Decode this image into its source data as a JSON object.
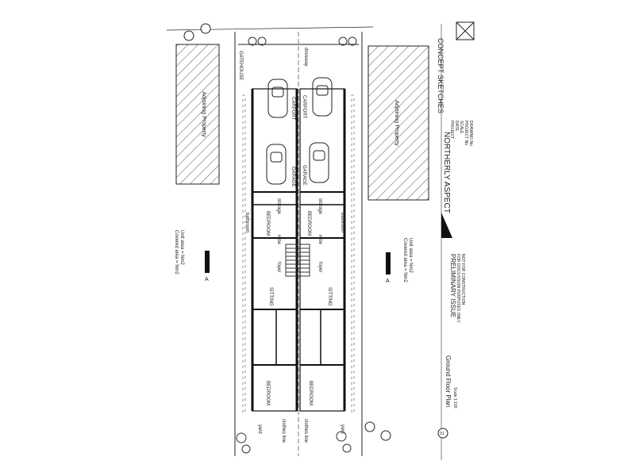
{
  "title_block": {
    "drawing_title": "Ground Floor Plan",
    "drawing_number": "01",
    "scale_text": "Scale 1:100",
    "heading": "CONCEPT SKETCHES",
    "firm": "NORTHERLY ASPECT",
    "issue_title": "PRELIMINARY ISSUE",
    "issue_sub_1": "FOR DISCUSSION PURPOSES ONLY",
    "issue_sub_2": "NOT FOR CONSTRUCTION",
    "field_project": "PROJECT",
    "field_date": "DATE",
    "field_scale": "SCALE",
    "field_project_no": "PROJECT No.",
    "field_drawing_no": "DRAWING No."
  },
  "site": {
    "adjoining_left": "Adjoining Property",
    "adjoining_right": "Adjoining Property",
    "street_left": "driveway",
    "gatehouse": "GATEHOUSE"
  },
  "unit_left": {
    "carport": "CARPORT",
    "garage": "GARAGE",
    "storage": "storage",
    "bedroom_front": "BEDROOM",
    "bathroom": "bathroom",
    "robe": "robe",
    "foyer": "foyer",
    "sitting": "SITTING",
    "bedroom_rear": "BEDROOM",
    "yard": "yard",
    "clothes_line": "clothes line",
    "area_note": "Unit area = Nm2\nCovered area = Nm2",
    "section_marker": "A"
  },
  "unit_right": {
    "carport": "CARPORT",
    "garage": "GARAGE",
    "storage": "storage",
    "bedroom_front": "BEDROOM",
    "bathroom": "bathroom",
    "robe": "robe",
    "foyer": "foyer",
    "sitting": "SITTING",
    "bedroom_rear": "BEDROOM",
    "yard": "yard",
    "clothes_line": "clothes line",
    "area_note": "Unit area = Nm2\nCovered area = Nm2",
    "section_marker": "A"
  },
  "colors": {
    "ink": "#1a1a1a",
    "wall": "#111111",
    "hatch": "#555555",
    "paper": "#ffffff"
  }
}
